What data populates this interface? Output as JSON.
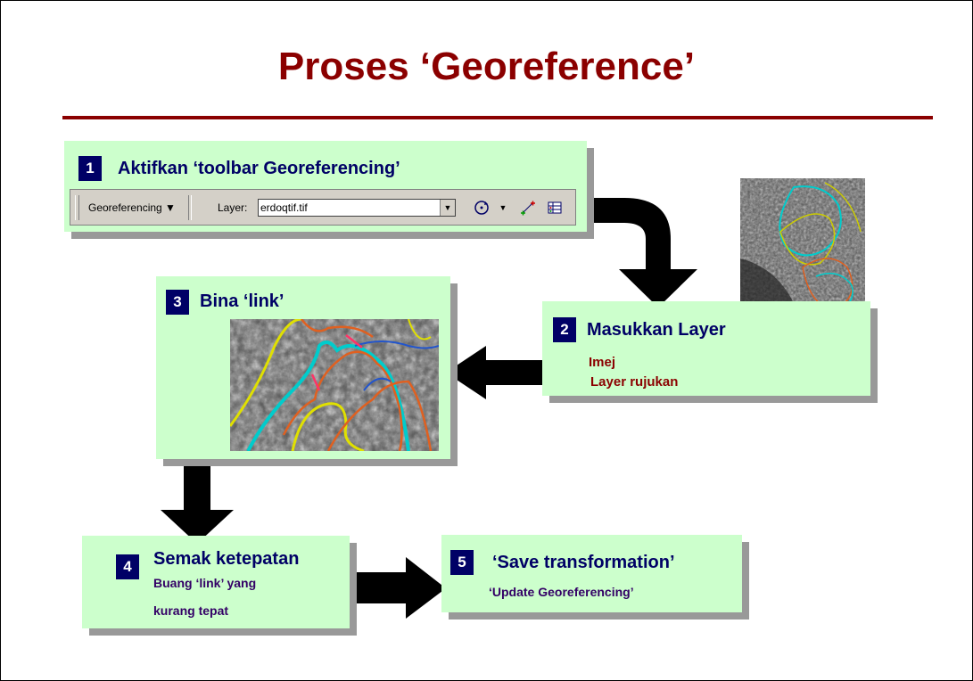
{
  "title": "Proses ‘Georeference’",
  "steps": {
    "s1": {
      "num": "1",
      "head": "Aktifkan ‘toolbar Georeferencing’"
    },
    "s2": {
      "num": "2",
      "head": "Masukkan Layer",
      "items": [
        "Imej",
        "Layer rujukan"
      ]
    },
    "s3": {
      "num": "3",
      "head": "Bina ‘link’"
    },
    "s4": {
      "num": "4",
      "head": "Semak ketepatan",
      "line1": "Buang ‘link’ yang",
      "line2": "kurang tepat"
    },
    "s5": {
      "num": "5",
      "head": "‘Save transformation’",
      "sub": "‘Update Georeferencing’"
    }
  },
  "toolbar": {
    "menu_label": "Georeferencing ▼",
    "layer_label": "Layer:",
    "layer_value": "erdoqtif.tif",
    "icons": [
      "rotate-icon",
      "dropdown-arrow-icon",
      "add-control-points-icon",
      "view-link-table-icon"
    ]
  },
  "colors": {
    "title": "#8b0000",
    "box_fill": "#ccffcc",
    "number_badge": "#000066",
    "shadow": "#999999",
    "arrow": "#000000"
  }
}
